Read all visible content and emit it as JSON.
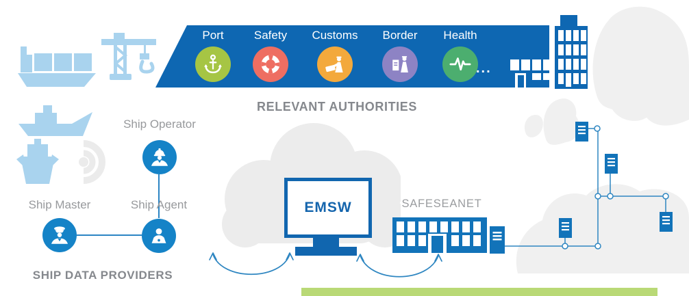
{
  "authorities": {
    "heading": "RELEVANT AUTHORITIES",
    "more_label": "...",
    "items": [
      {
        "label": "Port",
        "icon": "anchor-icon",
        "color": "#a6c544"
      },
      {
        "label": "Safety",
        "icon": "lifebuoy-icon",
        "color": "#ee6e62"
      },
      {
        "label": "Customs",
        "icon": "customs-officer-icon",
        "color": "#f3a93c"
      },
      {
        "label": "Border",
        "icon": "border-officer-icon",
        "color": "#8d83c4"
      },
      {
        "label": "Health",
        "icon": "heartbeat-icon",
        "color": "#4cae6f"
      }
    ]
  },
  "providers": {
    "heading": "SHIP DATA PROVIDERS",
    "operator": {
      "label": "Ship Operator",
      "icon": "hard-hat-person-icon"
    },
    "master": {
      "label": "Ship Master",
      "icon": "captain-icon"
    },
    "agent": {
      "label": "Ship Agent",
      "icon": "person-laptop-icon"
    }
  },
  "systems": {
    "emsw": {
      "label": "EMSW"
    },
    "safeseanet": {
      "label": "SAFESEANET"
    }
  },
  "decor_icons": [
    "cargo-ship-icon",
    "harbor-crane-icon",
    "ferry-icon",
    "tugboat-icon",
    "signal-waves-icon",
    "cloud-icon",
    "europe-map",
    "authority-building-icon",
    "safeseanet-building-icon",
    "server-icon",
    "network-nodes",
    "exchange-arrow"
  ],
  "colors": {
    "banner_blue": "#0e67b2",
    "accent_blue": "#1583c7",
    "dark_blue": "#1166af",
    "building_blue": "#1273b9",
    "light_blue": "#a9d3ee",
    "line_blue": "#2e86c1",
    "green_bar": "#b9d976",
    "map_gray": "#f0f0f0",
    "cloud_gray": "#ececec",
    "label_gray": "#97999c",
    "heading_gray": "#85888d"
  }
}
